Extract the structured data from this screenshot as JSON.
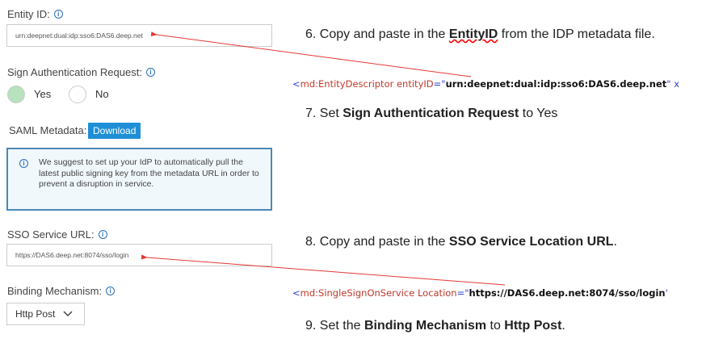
{
  "form": {
    "entity_id": {
      "label": "Entity ID:",
      "value": "urn:deepnet:dual:idp:sso6:DAS6.deep.net"
    },
    "sign_auth": {
      "label": "Sign Authentication Request:",
      "options": [
        "Yes",
        "No"
      ],
      "selected": "Yes"
    },
    "saml_metadata": {
      "label": "SAML Metadata:",
      "button": "Download"
    },
    "notice": "We suggest to set up your IdP to automatically pull the latest public signing key from the metadata URL in order to prevent a disruption in service.",
    "sso_url": {
      "label": "SSO Service URL:",
      "value": "https://DAS6.deep.net:8074/sso/login"
    },
    "binding": {
      "label": "Binding Mechanism:",
      "value": "Http Post"
    }
  },
  "steps": {
    "s6": {
      "pre": "6. Copy and paste in the ",
      "bold": "EntityID",
      "post": " from the IDP metadata file."
    },
    "code1": {
      "open": "<",
      "tag": "md:EntityDescriptor entityID",
      "eq": "=\"",
      "val": "urn:deepnet:dual:idp:sso6:DAS6.deep.net",
      "close": "\" x"
    },
    "s7": {
      "pre": "7. Set ",
      "bold": "Sign Authentication Request",
      "post": " to Yes"
    },
    "s8": {
      "pre": "8. Copy and paste in the ",
      "bold": "SSO Service Location URL",
      "post": "."
    },
    "code2": {
      "open": "<",
      "tag": "md:SingleSignOnService Location",
      "eq": "=\"",
      "val": "https://DAS6.deep.net:8074/sso/login",
      "close": "'"
    },
    "s9": {
      "pre": "9. Set the ",
      "bold": "Binding Mechanism",
      "mid": " to ",
      "bold2": "Http Post",
      "post": "."
    }
  },
  "colors": {
    "accent": "#1e8fd6",
    "arrow": "#e53935",
    "radio_selected": "#b6e2bd"
  }
}
